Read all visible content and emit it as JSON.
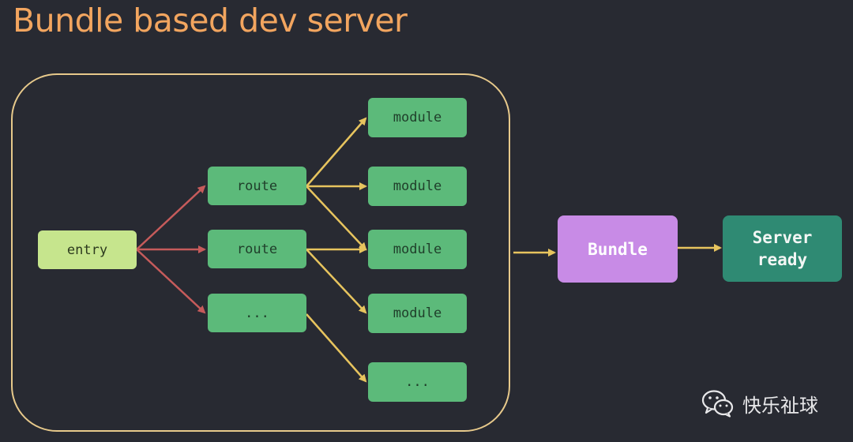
{
  "title": "Bundle based dev server",
  "colors": {
    "title": "#f2a55f",
    "group_border": "#e7c98b",
    "entry": "#c6e58d",
    "module": "#5cba7a",
    "bundle": "#c88be6",
    "server_ready": "#2f8a73",
    "entry_arrows": "#c65b5b",
    "other_arrows": "#e7c45e"
  },
  "nodes": {
    "entry": "entry",
    "routes": [
      "route",
      "route",
      "..."
    ],
    "modules": [
      "module",
      "module",
      "module",
      "module",
      "..."
    ],
    "bundle": "Bundle",
    "server_ready": [
      "Server",
      "ready"
    ]
  },
  "watermark": {
    "icon": "wechat-icon",
    "text": "快乐祉球"
  }
}
